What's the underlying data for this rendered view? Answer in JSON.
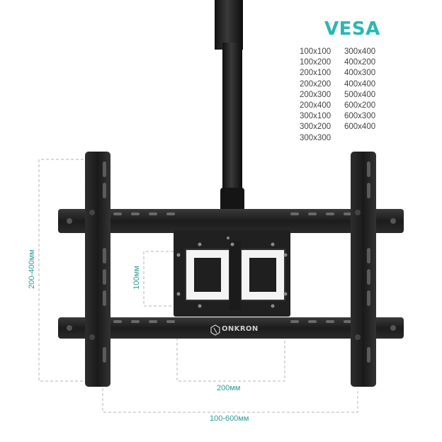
{
  "vesa": {
    "title": "VESA",
    "sizes_col1": [
      "100x100",
      "100x200",
      "200x100",
      "200x200",
      "200x300",
      "200x400",
      "300x100",
      "300x200",
      "300x300"
    ],
    "sizes_col2": [
      "300x400",
      "400x200",
      "400x300",
      "400x400",
      "500x400",
      "600x200",
      "600x300",
      "600x400"
    ]
  },
  "dimensions": {
    "vertical_outer": "200-400мм",
    "vertical_inner": "100мм",
    "horizontal_inner": "200мм",
    "horizontal_outer": "100-600мм"
  },
  "brand": {
    "logo_text": "ONKRON"
  },
  "colors": {
    "accent": "#2ab7b6",
    "mount": "#1e1e1e",
    "dash": "#b5b5b5"
  }
}
